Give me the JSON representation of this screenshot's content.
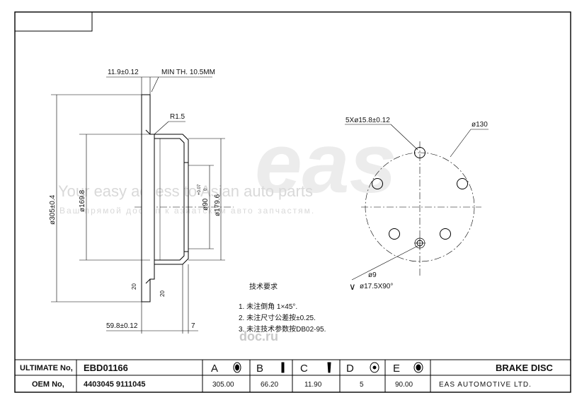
{
  "watermark": {
    "logo": "eas",
    "slogan_en": "Your easy access to Asian auto parts",
    "slogan_ru": "Ваш прямой доступ к азиатским авто запчастям.",
    "site": "doc.ru"
  },
  "dimensions": {
    "thickness_tol": "11.9±0.12",
    "min_thickness": "MIN TH. 10.5MM",
    "radius": "R1.5",
    "outer_diameter": "ø305±0.4",
    "diameter_169": "ø169.8",
    "center_bore": "ø90",
    "center_bore_tol_upper": "+0.07",
    "center_bore_tol_lower": "0",
    "diameter_179": "ø179.6",
    "chamfer_1": "20",
    "chamfer_2": "20",
    "height": "59.8±0.12",
    "step": "7",
    "bolt_holes": "5Xø15.8±0.12",
    "pcd": "ø130",
    "small_hole": "ø9",
    "countersink": "ø17.5X90°"
  },
  "notes": {
    "title": "技术要求",
    "items": [
      "1. 未注倒角 1×45°.",
      "2. 未注尺寸公差按±0.25.",
      "3. 未注技术参数按DB02-95."
    ]
  },
  "title_block": {
    "ultimate_label": "ULTIMATE No,",
    "ultimate_value": "EBD01166",
    "oem_label": "OEM No,",
    "oem_value": "4403045  9111045",
    "columns": [
      {
        "letter": "A",
        "value": "305.00"
      },
      {
        "letter": "B",
        "value": "66.20"
      },
      {
        "letter": "C",
        "value": "11.90"
      },
      {
        "letter": "D",
        "value": "5"
      },
      {
        "letter": "E",
        "value": "90.00"
      }
    ],
    "part_name": "BRAKE DISC",
    "manufacturer": "EAS AUTOMOTIVE LTD."
  }
}
